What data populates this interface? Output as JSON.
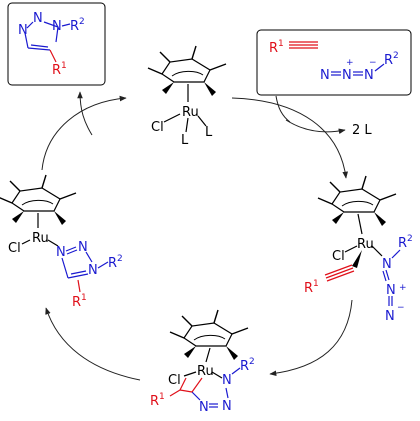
{
  "colors": {
    "black": "#000000",
    "blue": "#1a1ad0",
    "red": "#e0101a"
  },
  "labels": {
    "ru": "Ru",
    "cl": "Cl",
    "l": "L",
    "n": "N",
    "r": "R",
    "sup1": "1",
    "sup2": "2",
    "plus": "+",
    "minus": "−",
    "two_l": "2 L"
  }
}
